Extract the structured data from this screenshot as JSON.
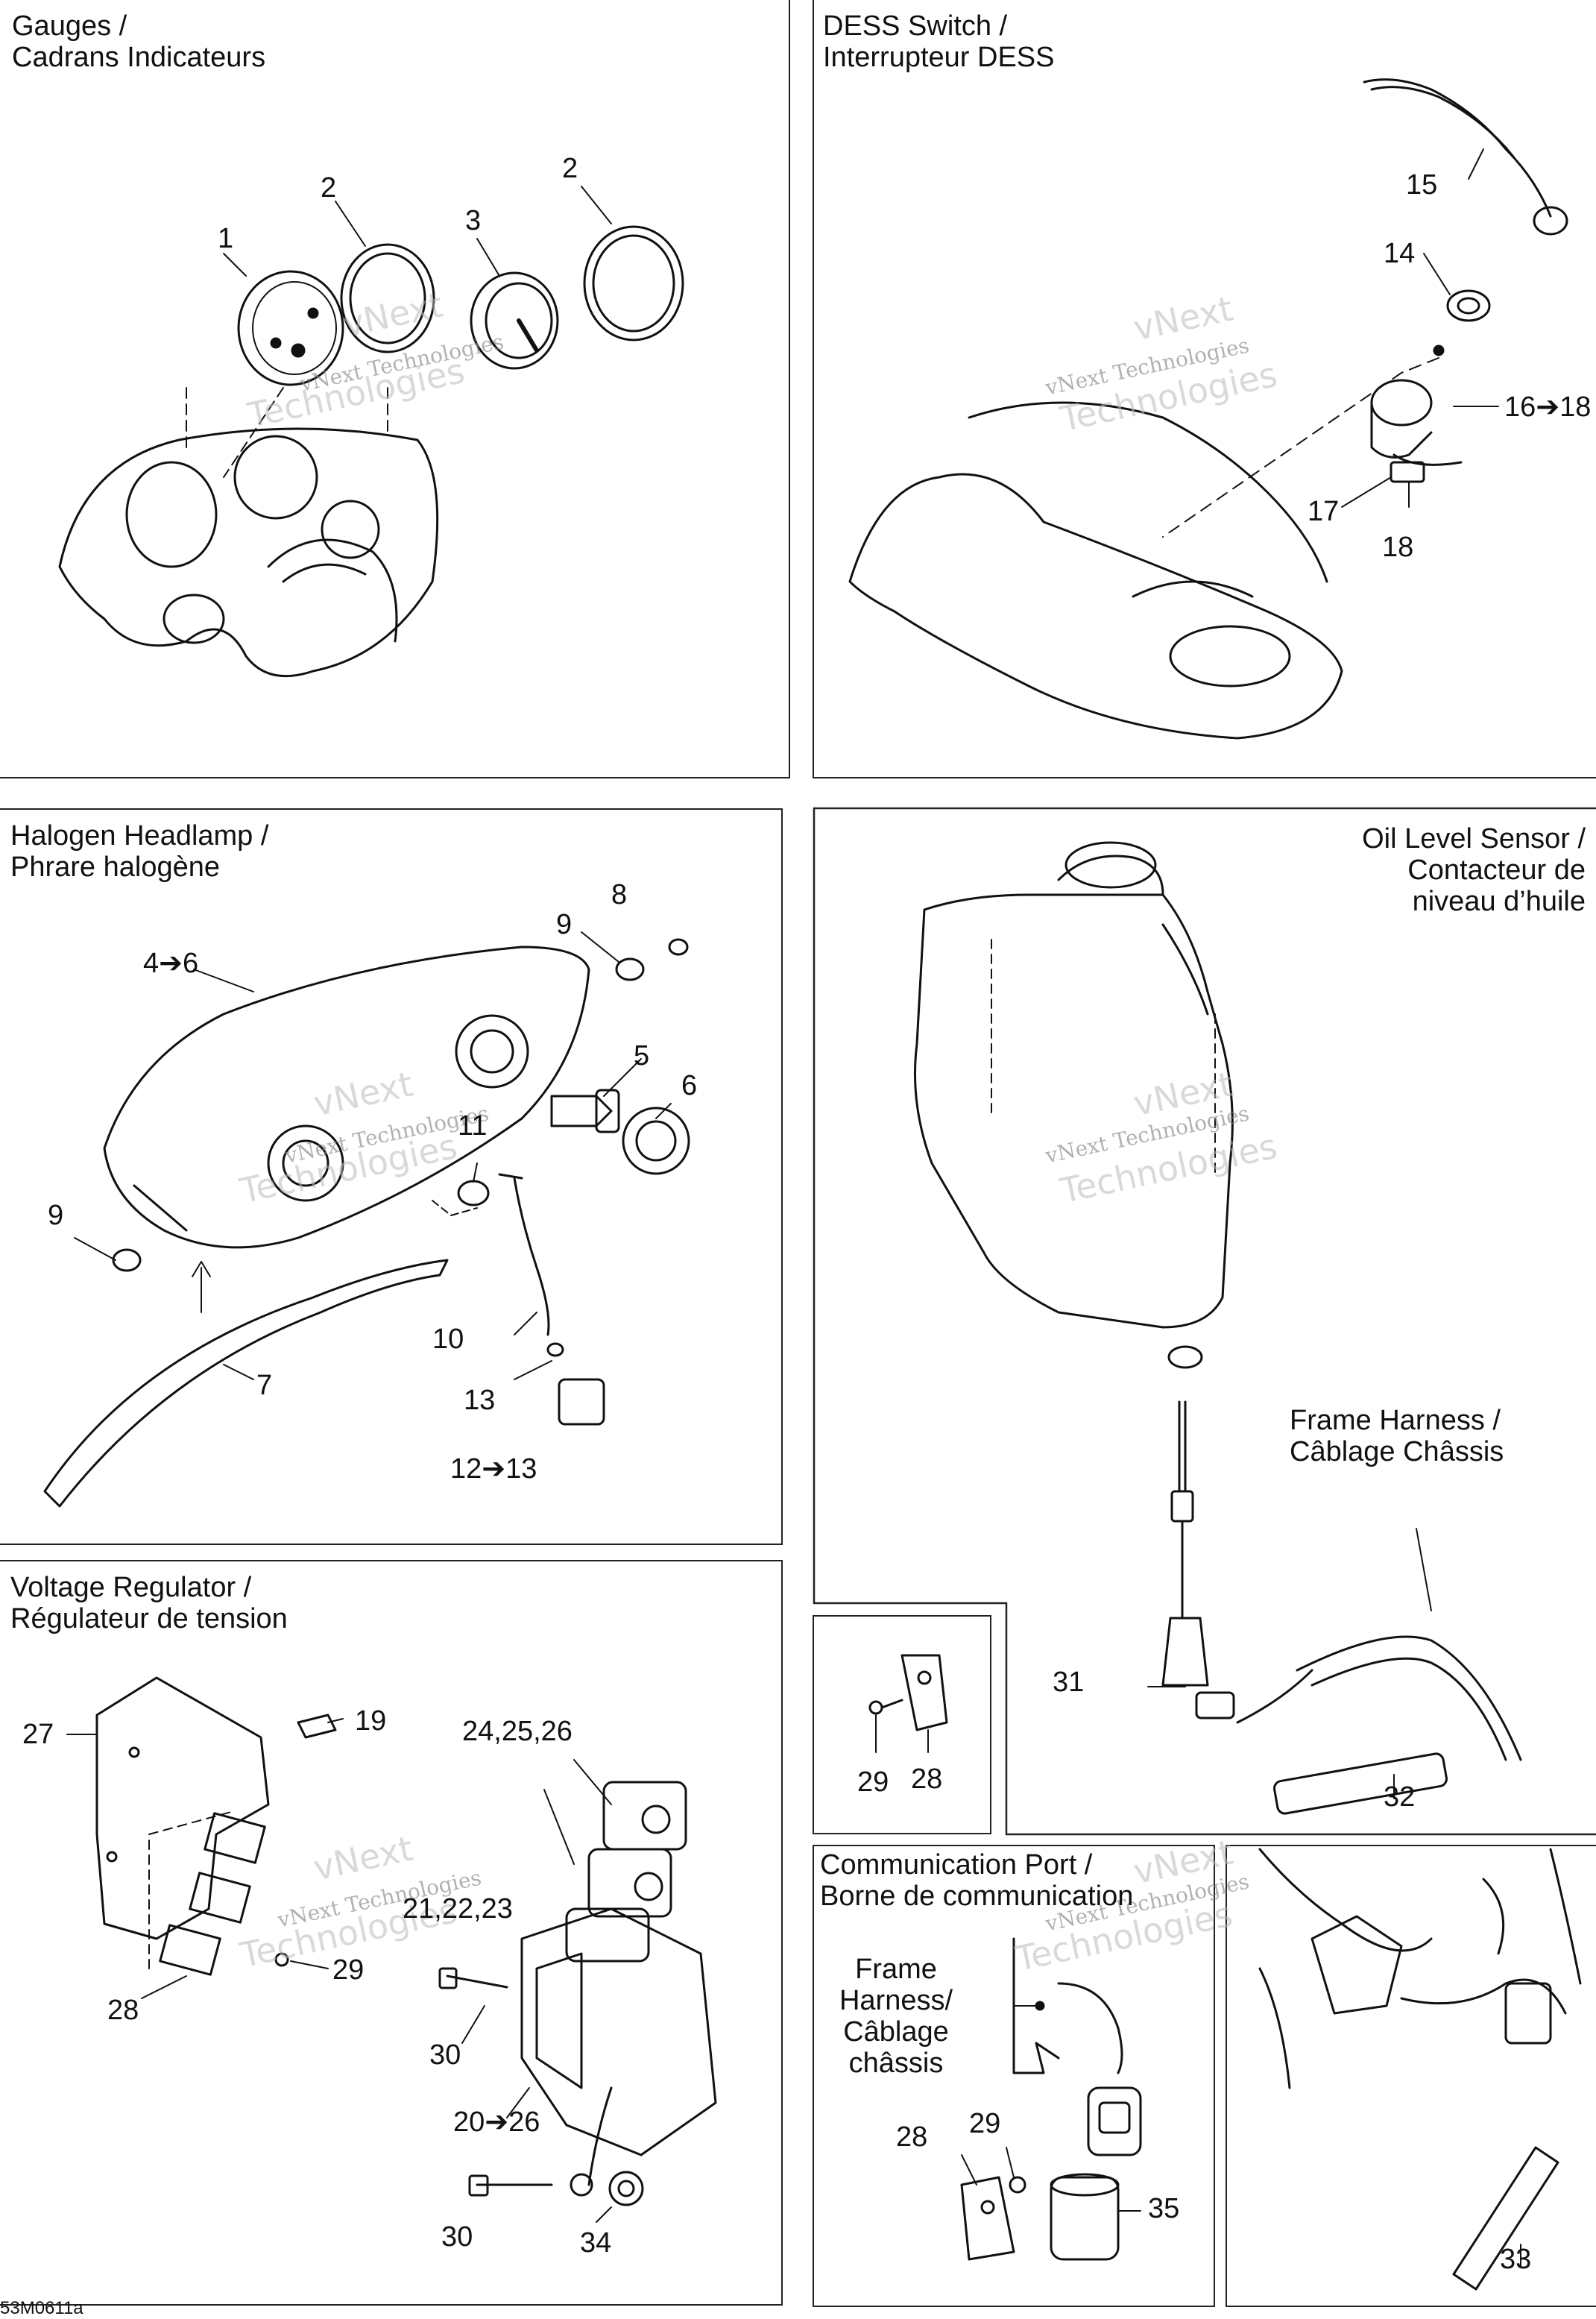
{
  "panels": {
    "gauges": {
      "title": "Gauges /\nCadrans Indicateurs",
      "callouts": [
        "1",
        "2",
        "3",
        "2"
      ]
    },
    "dess": {
      "title": "DESS Switch /\nInterrupteur DESS",
      "callouts": [
        "15",
        "14",
        "16➔18",
        "17",
        "18"
      ]
    },
    "headlamp": {
      "title": "Halogen Headlamp /\nPhrare halogène",
      "callouts": [
        "4➔6",
        "8",
        "9",
        "5",
        "6",
        "11",
        "9",
        "10",
        "7",
        "13",
        "12➔13"
      ]
    },
    "oil": {
      "title": "Oil Level Sensor /\nContacteur de\nniveau d’huile",
      "harness_label": "Frame Harness /\nCâblage Châssis",
      "callouts": [
        "31",
        "32"
      ]
    },
    "bracket": {
      "callouts": [
        "29",
        "28"
      ]
    },
    "regulator": {
      "title": "Voltage Regulator /\nRégulateur de tension",
      "callouts": [
        "27",
        "19",
        "24,25,26",
        "21,22,23",
        "29",
        "28",
        "30",
        "20➔26",
        "30",
        "34"
      ]
    },
    "comm": {
      "title": "Communication Port /\nBorne de communication",
      "frame_label": "Frame\nHarness/\nCâblage\nchâssis",
      "callouts": [
        "28",
        "29",
        "35"
      ]
    },
    "strip": {
      "callouts": [
        "33"
      ]
    }
  },
  "watermark": {
    "line1": "vNext",
    "line2": "Technologies",
    "full": "vNext Technologies"
  },
  "reference": "53M0611a"
}
